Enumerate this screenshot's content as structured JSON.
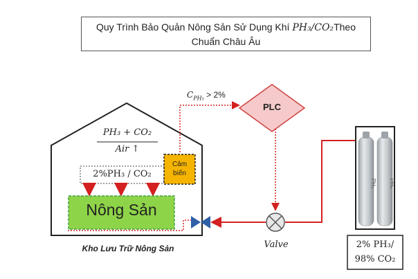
{
  "title": {
    "line1_prefix": "Quy Trình Bảo Quản Nông Sản Sử Dụng Khí ",
    "formula": "PH₃/CO₂",
    "line1_suffix": "Theo",
    "line2": "Chuẩn Châu Âu"
  },
  "warehouse": {
    "label": "Kho Lưu Trữ Nông Sản",
    "fraction_numerator": "PH₃ + CO₂",
    "fraction_denominator": "Air ↑",
    "gas_mix": "2%PH₃ / CO₂",
    "product": "Nông Sản",
    "sensor_line1": "Cảm",
    "sensor_line2": "biến"
  },
  "controller": {
    "label": "PLC",
    "condition": "C",
    "condition_sub": "PH₃",
    "condition_rest": " > 2%"
  },
  "valve": {
    "label": "Valve"
  },
  "cylinders": {
    "cylinder_text": "PH₃",
    "mix_line1": "2% PH₃/",
    "mix_line2": "98% CO₂"
  },
  "colors": {
    "pipe_red": "#d42020",
    "sensor_orange": "#f5b400",
    "product_green": "#8ed448",
    "product_border": "#44a044",
    "plc_pink": "#f6caca",
    "plc_border": "#d04040",
    "valve_blue": "#2f5fa7"
  }
}
